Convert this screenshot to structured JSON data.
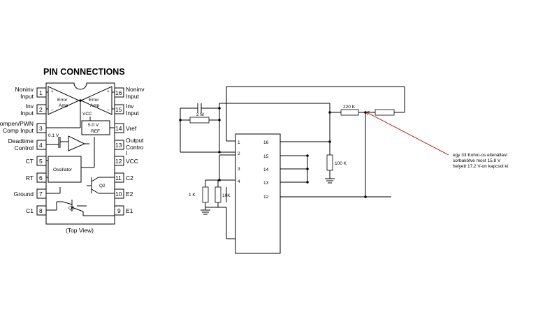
{
  "left_panel": {
    "title": "PIN CONNECTIONS",
    "view_label": "(Top View)",
    "left_pins": [
      {
        "num": "1",
        "label": [
          "Noninv",
          "Input"
        ]
      },
      {
        "num": "2",
        "label": [
          "Inv",
          "Input"
        ]
      },
      {
        "num": "3",
        "label": [
          "Compen/PWN",
          "Comp Input"
        ]
      },
      {
        "num": "4",
        "label": [
          "Deadtime",
          "Control"
        ]
      },
      {
        "num": "5",
        "label": [
          "CT"
        ]
      },
      {
        "num": "6",
        "label": [
          "RT"
        ]
      },
      {
        "num": "7",
        "label": [
          "Ground"
        ]
      },
      {
        "num": "8",
        "label": [
          "C1"
        ]
      }
    ],
    "right_pins": [
      {
        "num": "16",
        "label": [
          "Noninv",
          "Input"
        ]
      },
      {
        "num": "15",
        "label": [
          "Inv",
          "Input"
        ]
      },
      {
        "num": "14",
        "label": [
          "Vref"
        ]
      },
      {
        "num": "13",
        "label": [
          "Output",
          "Contro",
          "l"
        ]
      },
      {
        "num": "12",
        "label": [
          "VCC"
        ]
      },
      {
        "num": "11",
        "label": [
          "C2"
        ]
      },
      {
        "num": "10",
        "label": [
          "E2"
        ]
      },
      {
        "num": "9",
        "label": [
          "E1"
        ]
      }
    ],
    "internal": {
      "error_amp_1": [
        "Error",
        "Amp"
      ],
      "error_amp_2": [
        "Error",
        "Amp"
      ],
      "vcc_label": "VCC",
      "ref_box": [
        "5.0 V",
        "REF"
      ],
      "deadtime_voltage": "0.1 V",
      "oscillator": "Oscillator",
      "q1": "Q1",
      "q2": "Q2"
    }
  },
  "right_panel": {
    "resistor_2m": "2 M",
    "resistor_220k": "220 K",
    "resistor_100k": "100 K",
    "resistor_1k": "1 K",
    "resistor_10k": "10K",
    "ic_left_pins": [
      "1",
      "2",
      "3",
      "4"
    ],
    "ic_right_pins": [
      "16",
      "15",
      "14",
      "13",
      "12"
    ],
    "annotation": [
      "egy 33 Kohm-os ellenállást",
      "sorbakötve most 15,8 V",
      "helyett 17,2 V-on kapcsol ki"
    ],
    "annotation_color": "#b00000"
  }
}
